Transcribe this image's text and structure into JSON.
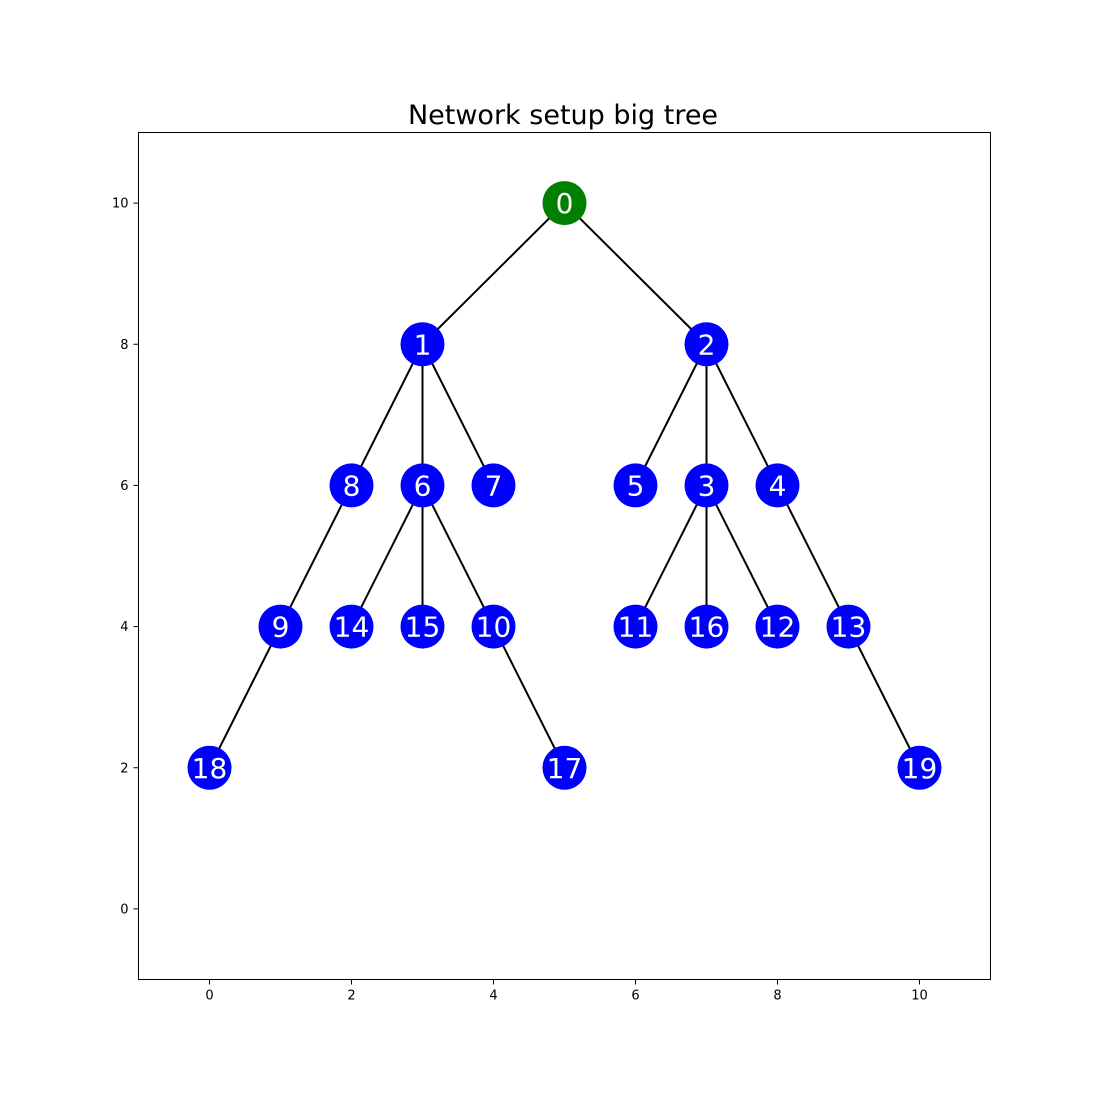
{
  "diagram": {
    "title": "Network setup big tree",
    "type": "tree",
    "xlim": [
      -1,
      11
    ],
    "ylim": [
      -1,
      11
    ],
    "xticks": [
      0,
      2,
      4,
      6,
      8,
      10
    ],
    "yticks": [
      0,
      2,
      4,
      6,
      8,
      10
    ],
    "colors": {
      "root_node": "#008000",
      "node": "#0000ff",
      "node_label": "#ffffff",
      "edge": "#000000"
    },
    "nodes": [
      {
        "id": "0",
        "x": 5,
        "y": 10,
        "role": "root"
      },
      {
        "id": "1",
        "x": 3,
        "y": 8
      },
      {
        "id": "2",
        "x": 7,
        "y": 8
      },
      {
        "id": "8",
        "x": 2,
        "y": 6
      },
      {
        "id": "6",
        "x": 3,
        "y": 6
      },
      {
        "id": "7",
        "x": 4,
        "y": 6
      },
      {
        "id": "5",
        "x": 6,
        "y": 6
      },
      {
        "id": "3",
        "x": 7,
        "y": 6
      },
      {
        "id": "4",
        "x": 8,
        "y": 6
      },
      {
        "id": "9",
        "x": 1,
        "y": 4
      },
      {
        "id": "14",
        "x": 2,
        "y": 4
      },
      {
        "id": "15",
        "x": 3,
        "y": 4
      },
      {
        "id": "10",
        "x": 4,
        "y": 4
      },
      {
        "id": "11",
        "x": 6,
        "y": 4
      },
      {
        "id": "16",
        "x": 7,
        "y": 4
      },
      {
        "id": "12",
        "x": 8,
        "y": 4
      },
      {
        "id": "13",
        "x": 9,
        "y": 4
      },
      {
        "id": "18",
        "x": 0,
        "y": 2
      },
      {
        "id": "17",
        "x": 5,
        "y": 2
      },
      {
        "id": "19",
        "x": 10,
        "y": 2
      }
    ],
    "edges": [
      [
        "0",
        "1"
      ],
      [
        "0",
        "2"
      ],
      [
        "1",
        "8"
      ],
      [
        "1",
        "6"
      ],
      [
        "1",
        "7"
      ],
      [
        "2",
        "5"
      ],
      [
        "2",
        "3"
      ],
      [
        "2",
        "4"
      ],
      [
        "8",
        "9"
      ],
      [
        "6",
        "14"
      ],
      [
        "6",
        "15"
      ],
      [
        "6",
        "10"
      ],
      [
        "3",
        "11"
      ],
      [
        "3",
        "16"
      ],
      [
        "3",
        "12"
      ],
      [
        "4",
        "13"
      ],
      [
        "9",
        "18"
      ],
      [
        "10",
        "17"
      ],
      [
        "13",
        "19"
      ]
    ]
  }
}
